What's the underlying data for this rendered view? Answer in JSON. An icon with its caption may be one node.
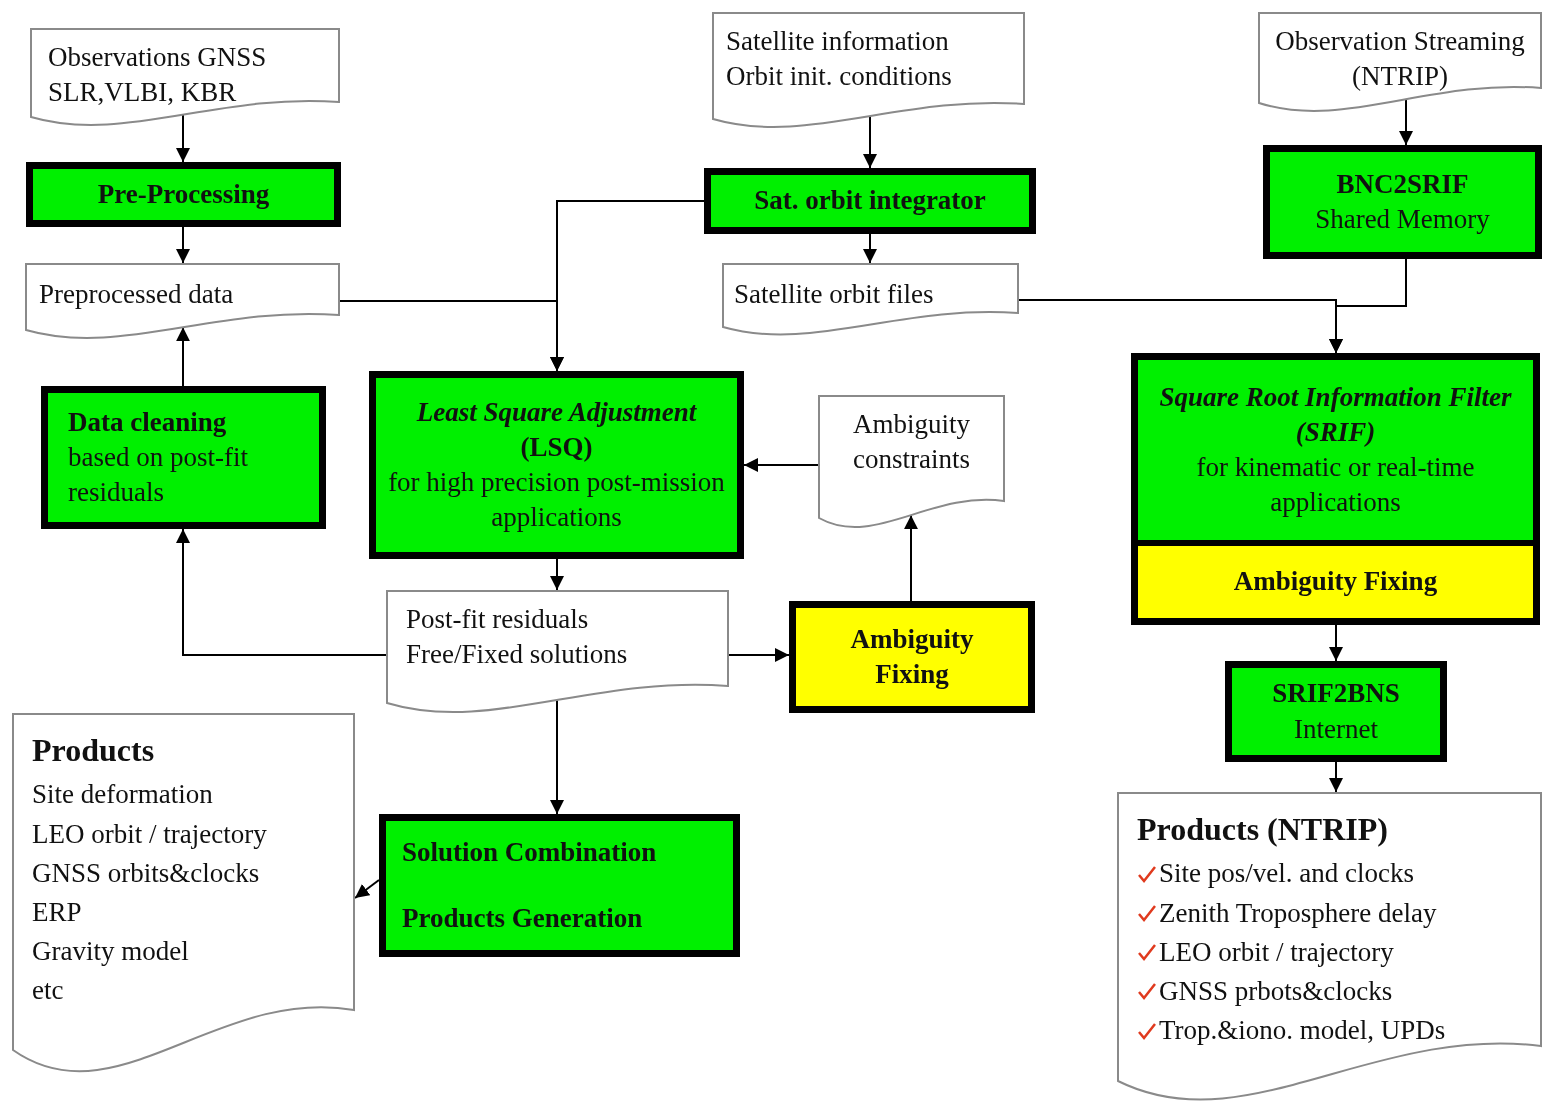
{
  "diagram": {
    "nodes": [
      {
        "text": [
          "Observations GNSS SLR,VLBI, KBR"
        ]
      },
      {
        "text": [
          "Pre-Processing"
        ]
      },
      {
        "text": [
          "Preprocessed data"
        ]
      },
      {
        "text": [
          "Data cleaning",
          "based on post-fit residuals"
        ]
      },
      {
        "text": [
          "Satellite information Orbit init. conditions"
        ]
      },
      {
        "text": [
          "Sat. orbit integrator"
        ]
      },
      {
        "text": [
          "Satellite orbit files"
        ]
      },
      {
        "text": [
          "Observation Streaming (NTRIP)"
        ]
      },
      {
        "text": [
          "BNC2SRIF",
          "Shared Memory"
        ]
      },
      {
        "text": [
          "*Least Square Adjustment* (LSQ)",
          "for high precision post-mission applications"
        ]
      },
      {
        "text": [
          "Ambiguity constraints"
        ]
      },
      {
        "text": [
          "Square Root Information Filter (SRIF)",
          "for kinematic or real-time applications"
        ]
      },
      {
        "text": [
          "Ambiguity Fixing"
        ],
        "in": 11
      },
      {
        "text": [
          "Post-fit residuals Free/Fixed solutions"
        ]
      },
      {
        "text": [
          "Ambiguity Fixing"
        ]
      },
      {
        "text": [
          "SRIF2BNS",
          "Internet"
        ]
      },
      {
        "text": [
          "Products",
          "Site deformation",
          "LEO orbit / trajectory",
          "GNSS orbits&clocks",
          "ERP",
          "Gravity model",
          "etc"
        ]
      },
      {
        "text": [
          "Solution Combination",
          "Products Generation"
        ]
      },
      {
        "text": [
          "Products (NTRIP)",
          "Site pos/vel. and clocks",
          "Zenith Troposphere delay",
          "LEO orbit / trajectory",
          "GNSS prbots&clocks",
          "Trop.&iono. model, UPDs"
        ]
      }
    ],
    "edges": [
      {
        "from": 0,
        "to": 1,
        "arrow": "to"
      },
      {
        "from": 1,
        "to": 2,
        "arrow": "to"
      },
      {
        "from": 3,
        "to": 2,
        "arrow": "to"
      },
      {
        "from": 2,
        "to": 9,
        "arrow": "to"
      },
      {
        "from": 5,
        "to": 9,
        "arrow": "to"
      },
      {
        "from": 4,
        "to": 5,
        "arrow": "to"
      },
      {
        "from": 5,
        "to": 6,
        "arrow": "to"
      },
      {
        "from": 7,
        "to": 8,
        "arrow": "to"
      },
      {
        "from": 6,
        "to": 11,
        "arrow": "to"
      },
      {
        "from": 8,
        "to": 11,
        "arrow": "to"
      },
      {
        "from": 10,
        "to": 9,
        "arrow": "to"
      },
      {
        "from": 9,
        "to": 13,
        "arrow": "to"
      },
      {
        "from": 13,
        "to": 3,
        "arrow": "to"
      },
      {
        "from": 13,
        "to": 14,
        "arrow": "to"
      },
      {
        "from": 14,
        "to": 10,
        "arrow": "to"
      },
      {
        "from": 13,
        "to": 17,
        "arrow": "to"
      },
      {
        "from": 17,
        "to": 16,
        "arrow": "to"
      },
      {
        "from": 12,
        "to": 15,
        "arrow": "to"
      },
      {
        "from": 15,
        "to": 18,
        "arrow": "to"
      }
    ]
  }
}
